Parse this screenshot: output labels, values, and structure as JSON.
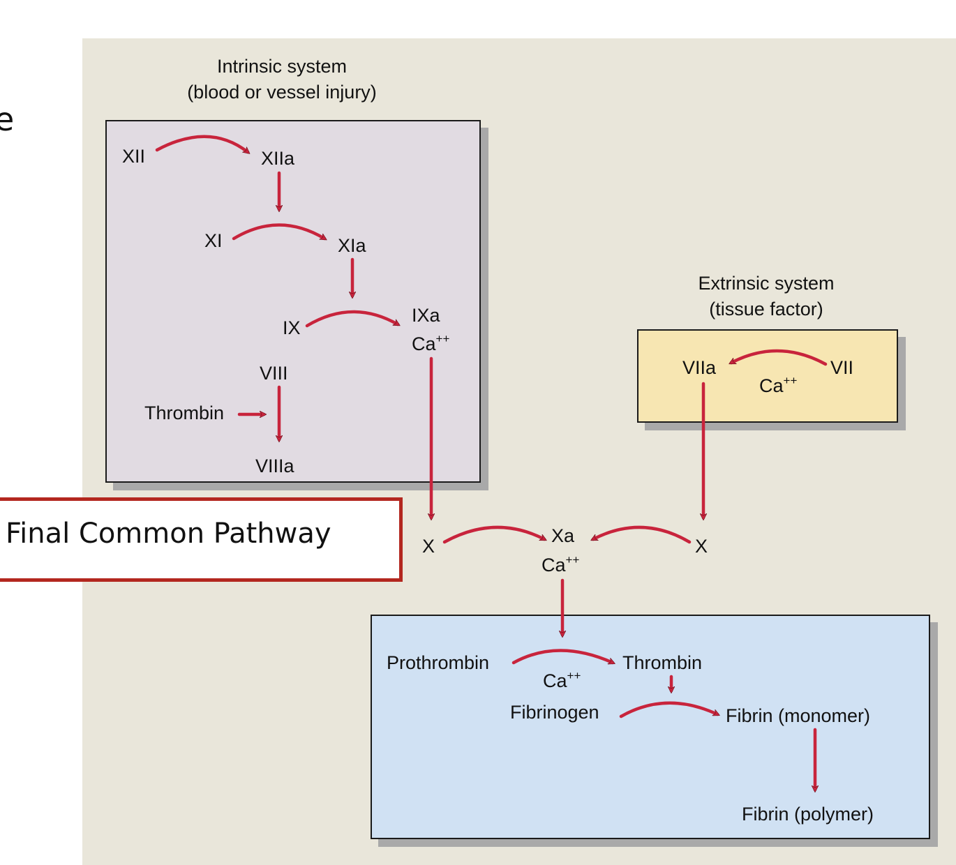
{
  "diagram": {
    "edge_glyph": "e",
    "intrinsic": {
      "title": "Intrinsic system",
      "subtitle": "(blood or vessel injury)",
      "factors": [
        "XII",
        "XIIa",
        "XI",
        "XIa",
        "IX",
        "IXa",
        "Ca",
        "VIII",
        "Thrombin",
        "VIIIa"
      ]
    },
    "extrinsic": {
      "title": "Extrinsic system",
      "subtitle": "(tissue factor)",
      "factors": [
        "VIIa",
        "VII",
        "Ca"
      ]
    },
    "common": {
      "x_left": "X",
      "xa": "Xa",
      "ca": "Ca",
      "x_right": "X"
    },
    "final": {
      "prothrombin": "Prothrombin",
      "thrombin": "Thrombin",
      "ca": "Ca",
      "fibrinogen": "Fibrinogen",
      "fibrin_monomer": "Fibrin (monomer)",
      "fibrin_polymer": "Fibrin (polymer)"
    },
    "superscript": "++",
    "callout": "Final Common Pathway",
    "colors": {
      "panel": "#e9e6da",
      "intrinsic_fill": "#e1dbe2",
      "extrinsic_fill": "#f7e6b2",
      "final_fill": "#d0e1f3",
      "arrow": "#c8243c",
      "callout_border": "#b3271f"
    }
  }
}
